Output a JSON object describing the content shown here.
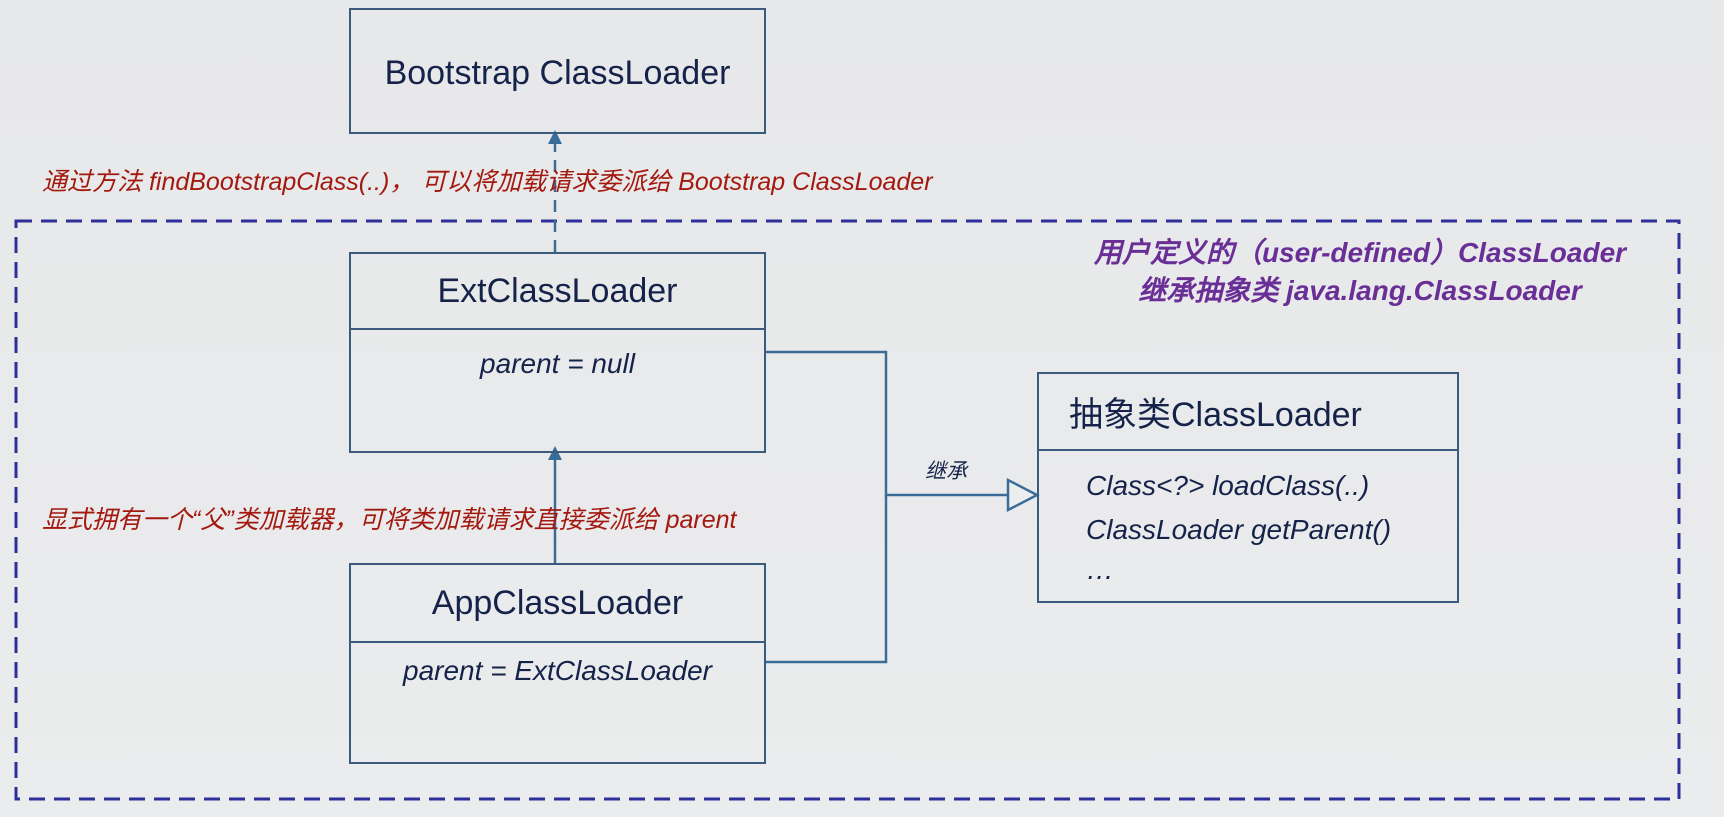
{
  "boxes": {
    "bootstrap": {
      "title": "Bootstrap ClassLoader"
    },
    "ext": {
      "title": "ExtClassLoader",
      "field": "parent = null"
    },
    "app": {
      "title": "AppClassLoader",
      "field": "parent = ExtClassLoader"
    },
    "abstract": {
      "title": "抽象类ClassLoader",
      "methods": [
        "Class<?> loadClass(..)",
        "ClassLoader getParent()",
        "…"
      ]
    }
  },
  "notes": {
    "find_bootstrap": "通过方法 findBootstrapClass(..)， 可以将加载请求委派给 Bootstrap ClassLoader",
    "explicit_parent": "显式拥有一个“父”类加载器，可将类加载请求直接委派给 parent"
  },
  "region": {
    "line1": "用户定义的（user-defined）ClassLoader",
    "line2": "继承抽象类 java.lang.ClassLoader"
  },
  "inherit_label": "继承",
  "colors": {
    "box_border": "#3a5a7e",
    "dashed_region": "#2f2f9a",
    "note_text": "#a3190f",
    "region_text": "#6a2f96",
    "box_text": "#15234a"
  }
}
